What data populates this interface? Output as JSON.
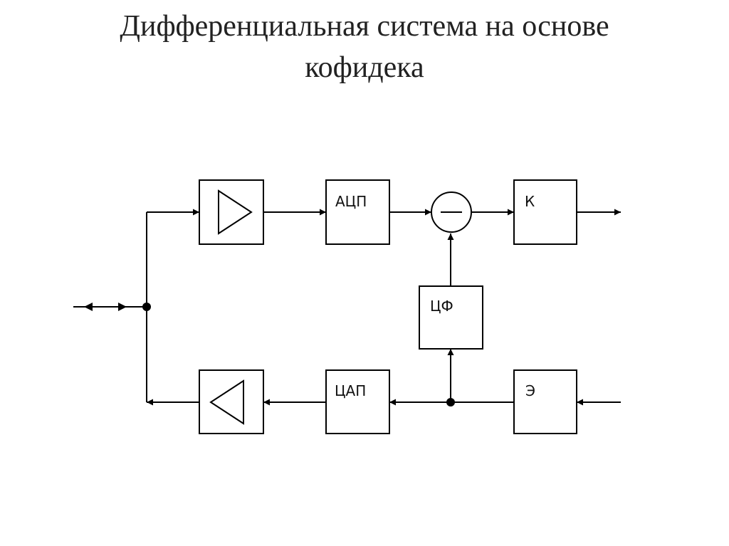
{
  "title": {
    "line1": "Дифференциальная система на основе",
    "line2": "кофидека"
  },
  "blocks": {
    "adc": "АЦП",
    "coder": "К",
    "digital_filter": "ЦФ",
    "dac": "ЦАП",
    "expander": "Э"
  },
  "symbols": {
    "subtractor": "minus-icon",
    "amplifier_tx": "triangle-right-icon",
    "amplifier_rx": "triangle-left-icon"
  },
  "colors": {
    "line": "#000000",
    "text": "#222222"
  }
}
